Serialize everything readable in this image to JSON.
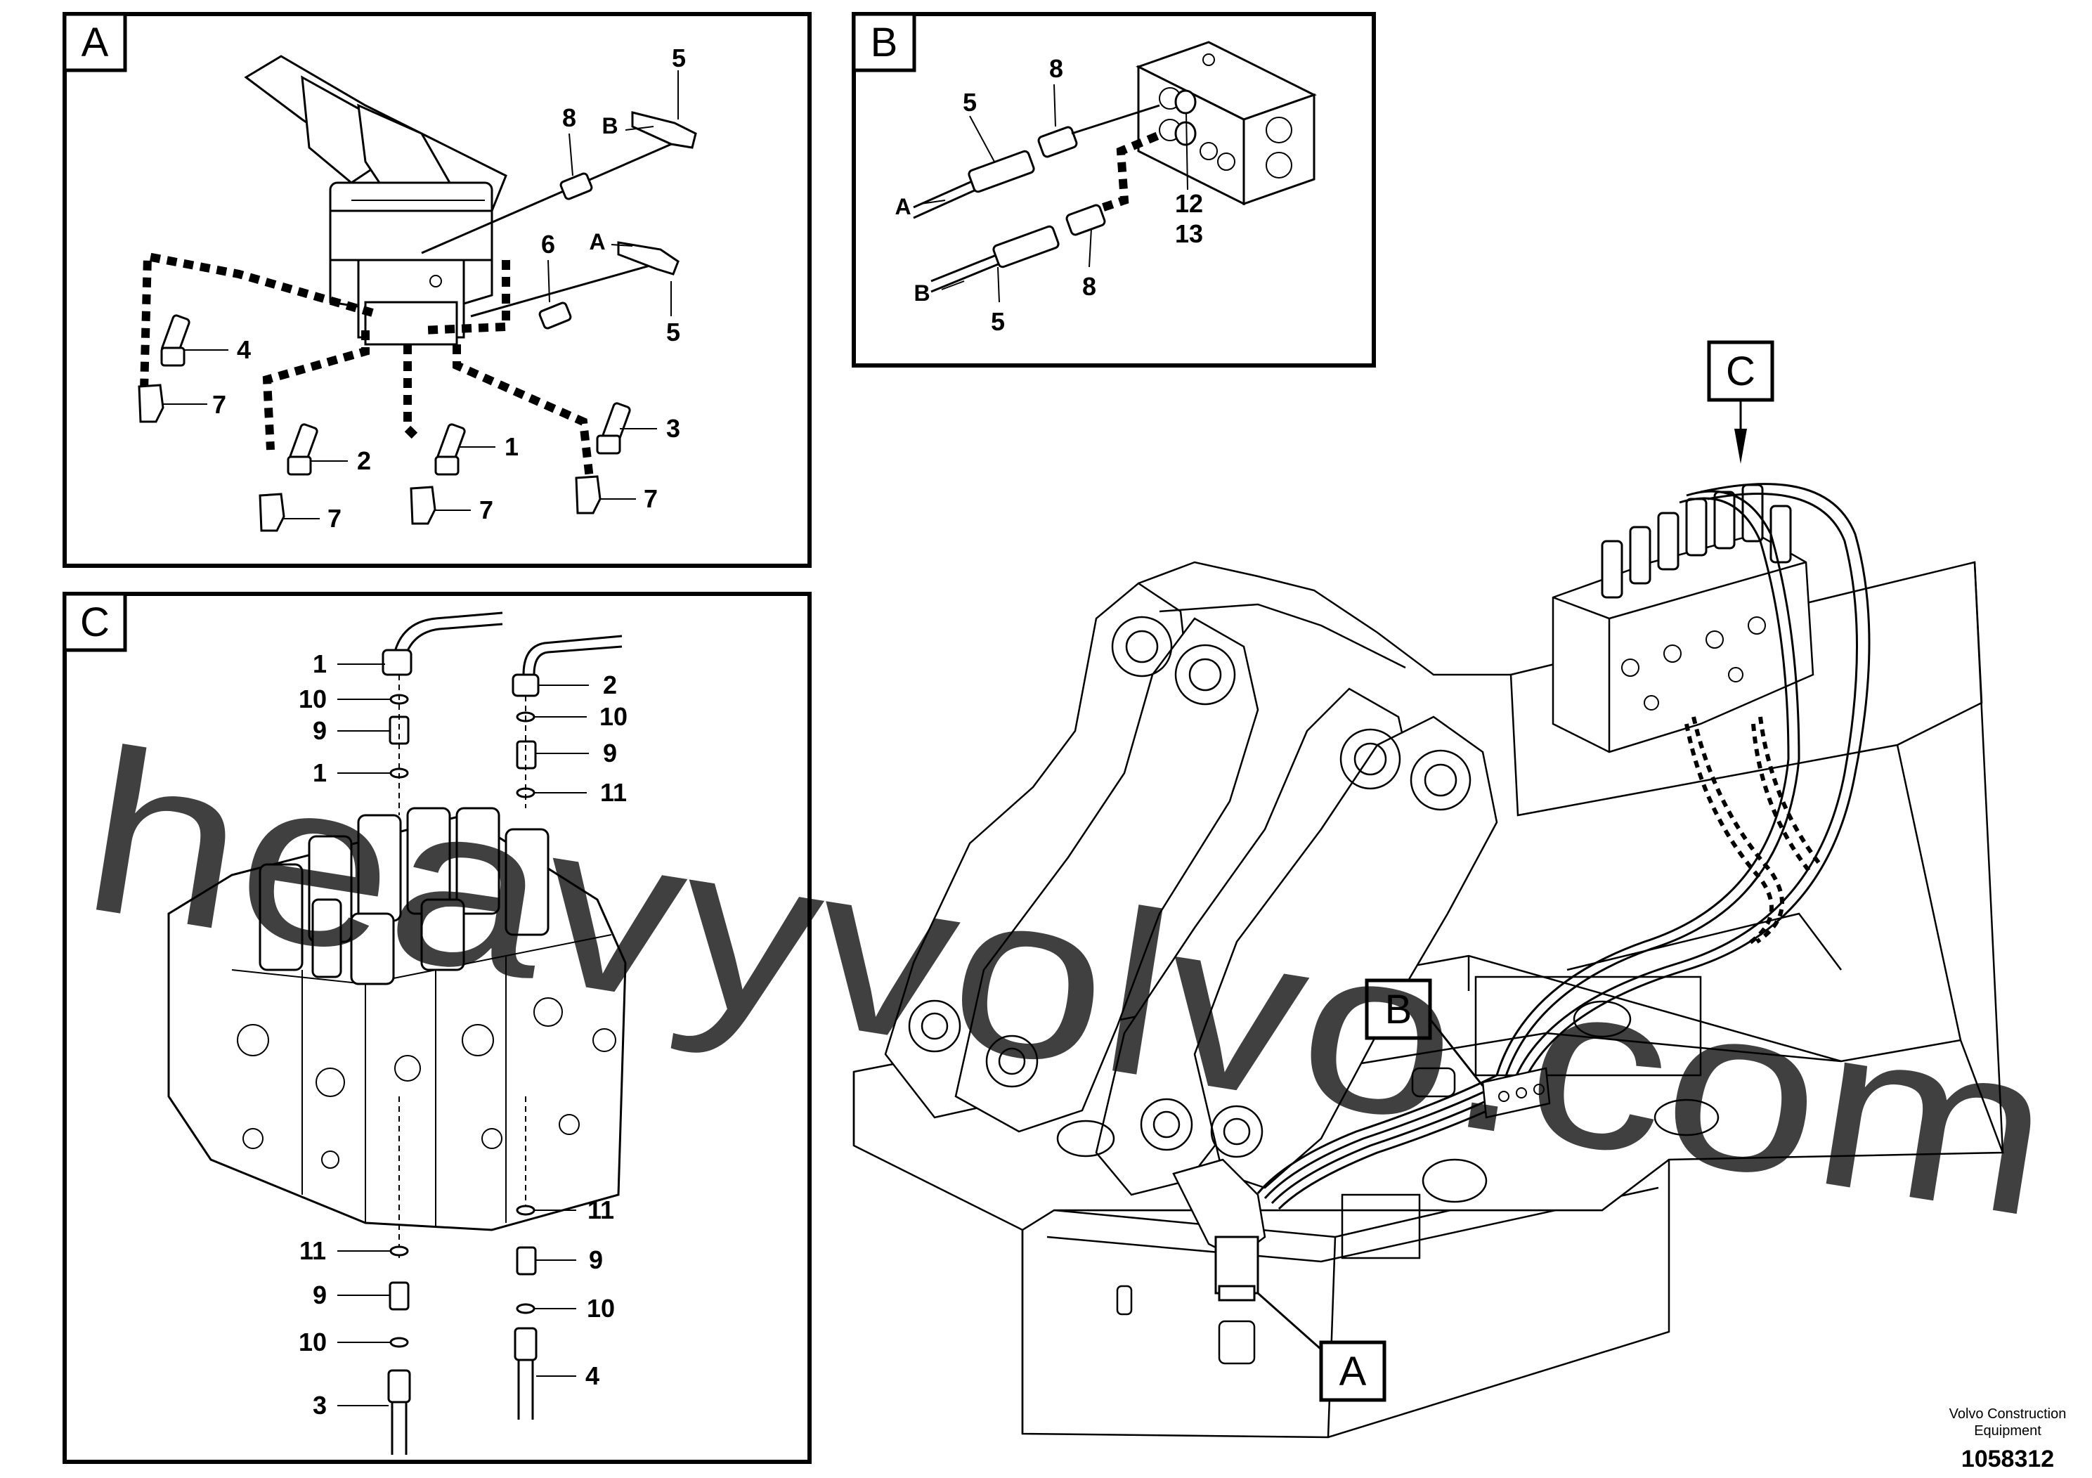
{
  "panels": {
    "A": {
      "label": "A"
    },
    "B": {
      "label": "B"
    },
    "C": {
      "label": "C"
    }
  },
  "callouts": {
    "A": "A",
    "B": "B",
    "C": "C"
  },
  "panel_a": {
    "hose_labels": {
      "a": "A",
      "b": "B"
    },
    "item_numbers": {
      "n5_top": "5",
      "n8": "8",
      "n6": "6",
      "n5_mid": "5",
      "n4": "4",
      "n7_left": "7",
      "n2": "2",
      "n1": "1",
      "n3": "3",
      "n7_a": "7",
      "n7_b": "7",
      "n7_c": "7"
    }
  },
  "panel_b": {
    "hose_labels": {
      "a": "A",
      "b": "B"
    },
    "item_numbers": {
      "n8_top": "8",
      "n5_top": "5",
      "n12": "12",
      "n13": "13",
      "n8_bottom": "8",
      "n5_bottom": "5"
    }
  },
  "panel_c": {
    "item_numbers": {
      "n1_top": "1",
      "n10_top_left": "10",
      "n9_top_left": "9",
      "n1_mid": "1",
      "n2": "2",
      "n10_top_right": "10",
      "n9_top_right": "9",
      "n11_top_right": "11",
      "n11_bottom_left": "11",
      "n9_bottom_left": "9",
      "n10_bottom_left": "10",
      "n3": "3",
      "n11_bottom_right": "11",
      "n9_bottom_right": "9",
      "n10_bottom_right": "10",
      "n4": "4"
    }
  },
  "watermark": "heavyvolvo.com",
  "footer": {
    "company_line1": "Volvo Construction",
    "company_line2": "Equipment",
    "document_number": "1058312"
  }
}
